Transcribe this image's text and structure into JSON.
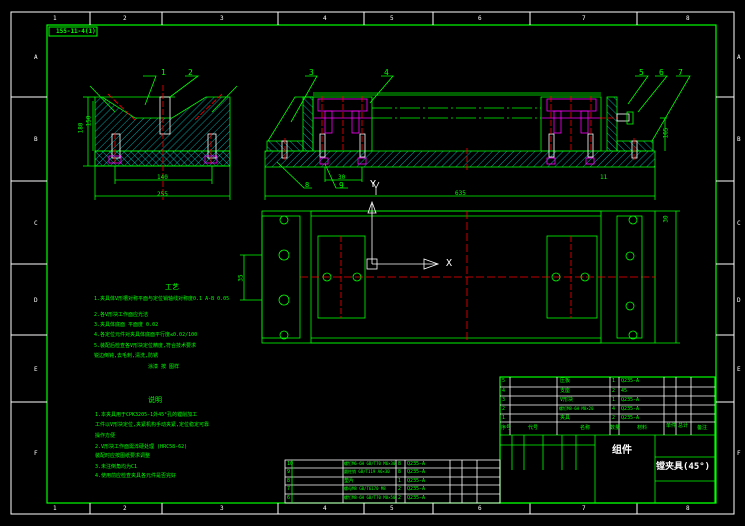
{
  "drawing_id": "155-11-4(1)",
  "zones": {
    "columns": [
      "1",
      "2",
      "3",
      "4",
      "5",
      "6",
      "7",
      "8"
    ],
    "rows": [
      "A",
      "B",
      "C",
      "D",
      "E",
      "F"
    ]
  },
  "balloons": [
    "1",
    "2",
    "3",
    "4",
    "5",
    "6",
    "7",
    "8",
    "9"
  ],
  "dimensions": {
    "side_width": "255",
    "side_inner": "140",
    "side_h1": "180",
    "side_h2": "150",
    "front_len": "635",
    "front_h": "165",
    "front_pitch": "30",
    "front_small": "11",
    "top_h": "35",
    "top_h2": "30"
  },
  "axes": {
    "x": "X",
    "y": "Y"
  },
  "tech_requirements": {
    "title": "工艺",
    "lines": [
      "1.夹具体V形槽对称平面与定位销轴线对称度0.1 A-B 0.05",
      "2.各V形块工作面应光洁",
      "3.夹具体底面 平面度 0.02",
      "4.各定位元件对夹具体底面平行度≤0.02/100",
      "5.装配后检查各V形块定位精度,符合技术要求",
      "  锐边倒钝,去毛刺,清洗,防锈",
      "  涂漆    按 图样"
    ]
  },
  "notes": {
    "title": "说明",
    "lines": [
      "1.本夹具用于CPK3205-1外45°孔的镗削加工",
      "  工件以V形块定位,夹紧机构手动夹紧,定位稳定可靠",
      "  操作方便",
      "2.V形块工作面需淬硬处理 (HRC58-62)",
      "  装配时应按图纸要求调整",
      "3.未注倒角均为C1",
      "4.使用前应检查夹具各元件是否完好"
    ]
  },
  "parts_list_main": {
    "rows": [
      [
        "5",
        "压板",
        "1",
        "Q235-A"
      ],
      [
        "4",
        "支座",
        "2",
        "45"
      ],
      [
        "3",
        "V形块",
        "1",
        "Q235-A"
      ],
      [
        "2",
        "螺钉M8-6H M8×20",
        "4",
        "Q235-A"
      ],
      [
        "1",
        "夹具",
        "2",
        "Q235-A"
      ]
    ],
    "header": [
      "序号",
      "代号",
      "名称",
      "数量",
      "材料",
      "单件",
      "总计",
      "备注"
    ]
  },
  "parts_list_small": {
    "rows": [
      [
        "10",
        "螺钉M6-6H GB/T70 M6×30",
        "8",
        "Q235-A"
      ],
      [
        "9",
        "圆柱销 GB/T119 A6×30",
        "8",
        "Q235-A"
      ],
      [
        "8",
        "垫片",
        "1",
        "Q235-A"
      ],
      [
        "7",
        "螺母M8 GB/T6170 M8",
        "2",
        "Q235-A"
      ],
      [
        "6",
        "螺钉M8-6H GB/T70 M8×50",
        "2",
        "Q235-A"
      ]
    ]
  },
  "title_block": {
    "assembly": "组件",
    "name": "镗夹具(45°)"
  },
  "colors": {
    "outline": "#00ff00",
    "hatch": "#00e5e5",
    "center": "#ff0000",
    "part": "#ff00ff",
    "frame": "#ffffff"
  }
}
